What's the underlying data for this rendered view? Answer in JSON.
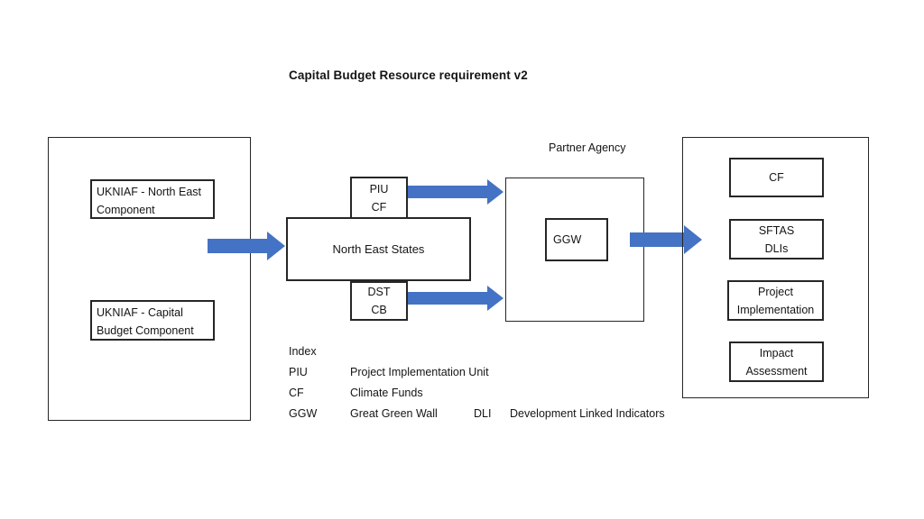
{
  "title": "Capital Budget Resource requirement v2",
  "left_panel": {
    "box1": {
      "line1": "UKNIAF - North East",
      "line2": "Component"
    },
    "box2": {
      "line1": "UKNIAF - Capital",
      "line2": "Budget Component"
    }
  },
  "center": {
    "piu_cf": {
      "line1": "PIU",
      "line2": "CF"
    },
    "states": "North East States",
    "dst_cb": {
      "line1": "DST",
      "line2": "CB"
    }
  },
  "partner": {
    "label": "Partner Agency",
    "ggw": "GGW"
  },
  "right_panel": {
    "cf": "CF",
    "sftas": {
      "line1": "SFTAS",
      "line2": "DLIs"
    },
    "project": {
      "line1": "Project",
      "line2": "Implementation"
    },
    "impact": {
      "line1": "Impact",
      "line2": "Assessment"
    }
  },
  "index": {
    "heading": "Index",
    "rows": [
      {
        "abbr": "PIU",
        "meaning": "Project Implementation Unit"
      },
      {
        "abbr": "CF",
        "meaning": "Climate Funds"
      },
      {
        "abbr": "GGW",
        "meaning": "Great Green Wall",
        "abbr2": "DLI",
        "meaning2": "Development Linked Indicators"
      }
    ]
  },
  "colors": {
    "arrow": "#4472C4",
    "border": "#262626"
  }
}
